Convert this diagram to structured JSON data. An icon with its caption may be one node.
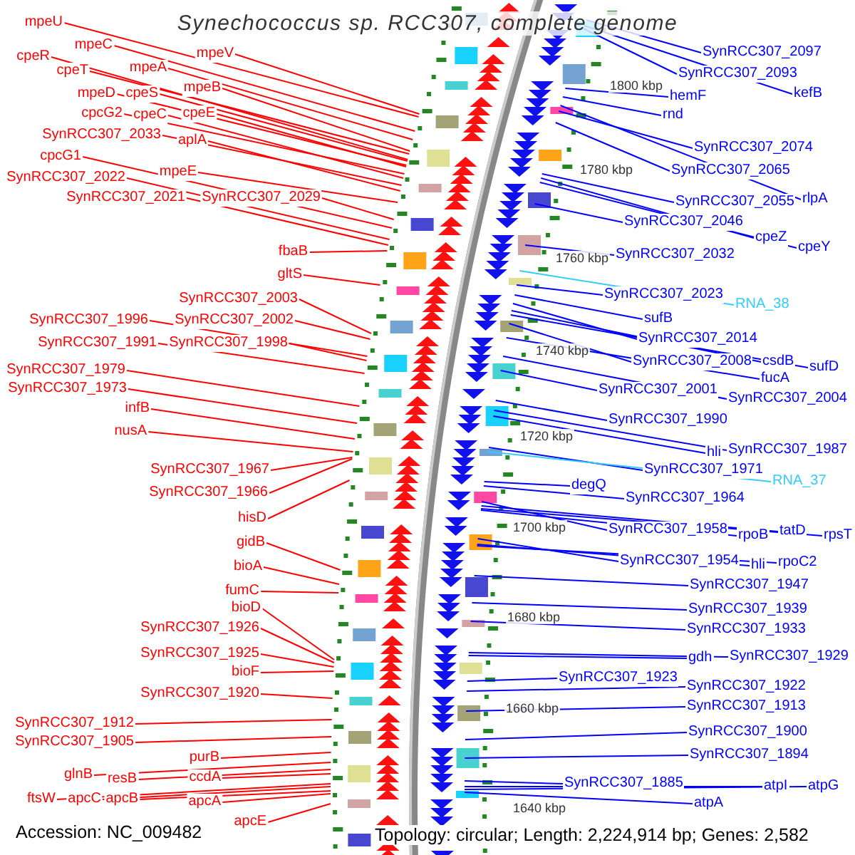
{
  "diagram": {
    "title": "Synechococcus sp. RCC307, complete genome",
    "nodes": [
      {
        "text": [
          "mpeU"
        ]
      },
      {
        "text": [
          "mpeC"
        ]
      },
      {
        "text": [
          "mpeV"
        ]
      },
      {
        "text": [
          "cpeR"
        ]
      },
      {
        "text": [
          "mpeA"
        ]
      },
      {
        "text": [
          "cpeT"
        ]
      },
      {
        "text": [
          "mpeB"
        ]
      },
      {
        "text": [
          "mpeD"
        ]
      },
      {
        "text": [
          "cpeS"
        ]
      },
      {
        "text": [
          "cpcG2"
        ]
      },
      {
        "text": [
          "cpeC"
        ]
      },
      {
        "text": [
          "cpeE"
        ]
      },
      {
        "text": [
          "SynRCC307_2033"
        ]
      },
      {
        "text": [
          "aplA"
        ]
      },
      {
        "text": [
          "cpcG1"
        ]
      },
      {
        "text": [
          "mpeE"
        ]
      },
      {
        "text": [
          "SynRCC307_2022"
        ]
      },
      {
        "text": [
          "SynRCC307_2021"
        ]
      },
      {
        "text": [
          "SynRCC307_2029"
        ]
      },
      {
        "text": [
          "fbaB"
        ]
      },
      {
        "text": [
          "gltS"
        ]
      },
      {
        "text": [
          "SynRCC307_2003"
        ]
      },
      {
        "text": [
          "SynRCC307_1996"
        ]
      },
      {
        "text": [
          "SynRCC307_2002"
        ]
      },
      {
        "text": [
          "SynRCC307_1991"
        ]
      },
      {
        "text": [
          "SynRCC307_1998"
        ]
      },
      {
        "text": [
          "SynRCC307_1979"
        ]
      },
      {
        "text": [
          "SynRCC307_1973"
        ]
      },
      {
        "text": [
          "infB"
        ]
      },
      {
        "text": [
          "nusA"
        ]
      },
      {
        "text": [
          "SynRCC307_1967"
        ]
      },
      {
        "text": [
          "SynRCC307_1966"
        ]
      },
      {
        "text": [
          "hisD"
        ]
      },
      {
        "text": [
          "gidB"
        ]
      },
      {
        "text": [
          "bioA"
        ]
      },
      {
        "text": [
          "fumC"
        ]
      },
      {
        "text": [
          "bioD"
        ]
      },
      {
        "text": [
          "SynRCC307_1926"
        ]
      },
      {
        "text": [
          "SynRCC307_1925"
        ]
      },
      {
        "text": [
          "bioF"
        ]
      },
      {
        "text": [
          "SynRCC307_1920"
        ]
      },
      {
        "text": [
          "SynRCC307_1912"
        ]
      },
      {
        "text": [
          "SynRCC307_1905"
        ]
      },
      {
        "text": [
          "purB"
        ]
      },
      {
        "text": [
          "glnB"
        ]
      },
      {
        "text": [
          "resB"
        ]
      },
      {
        "text": [
          "ccdA"
        ]
      },
      {
        "text": [
          "ftsW"
        ]
      },
      {
        "text": [
          "apcC"
        ]
      },
      {
        "text": [
          "apcB"
        ]
      },
      {
        "text": [
          "apcA"
        ]
      },
      {
        "text": [
          "apcE"
        ]
      },
      {
        "text": [
          "SynRCC307_2097"
        ]
      },
      {
        "text": [
          "SynRCC307_2093"
        ]
      },
      {
        "text": [
          "kefB"
        ]
      },
      {
        "text": [
          "hemF"
        ]
      },
      {
        "text": [
          "rnd"
        ]
      },
      {
        "text": [
          "SynRCC307_2074"
        ]
      },
      {
        "text": [
          "SynRCC307_2065"
        ]
      },
      {
        "text": [
          "rlpA"
        ]
      },
      {
        "text": [
          "SynRCC307_2055"
        ]
      },
      {
        "text": [
          "SynRCC307_2046"
        ]
      },
      {
        "text": [
          "cpeZ"
        ]
      },
      {
        "text": [
          "cpeY"
        ]
      },
      {
        "text": [
          "SynRCC307_2032"
        ]
      },
      {
        "text": [
          "SynRCC307_2023"
        ]
      },
      {
        "text": [
          "RNA_38"
        ]
      },
      {
        "text": [
          "sufB"
        ]
      },
      {
        "text": [
          "SynRCC307_2014"
        ]
      },
      {
        "text": [
          "SynRCC307_2008"
        ]
      },
      {
        "text": [
          "csdB"
        ]
      },
      {
        "text": [
          "sufD"
        ]
      },
      {
        "text": [
          "fucA"
        ]
      },
      {
        "text": [
          "SynRCC307_2001"
        ]
      },
      {
        "text": [
          "SynRCC307_2004"
        ]
      },
      {
        "text": [
          "SynRCC307_1990"
        ]
      },
      {
        "text": [
          "hli"
        ]
      },
      {
        "text": [
          "SynRCC307_1987"
        ]
      },
      {
        "text": [
          "SynRCC307_1971"
        ]
      },
      {
        "text": [
          "RNA_37"
        ]
      },
      {
        "text": [
          "degQ"
        ]
      },
      {
        "text": [
          "SynRCC307_1964"
        ]
      },
      {
        "text": [
          "SynRCC307_1958"
        ]
      },
      {
        "text": [
          "rpoB"
        ]
      },
      {
        "text": [
          "tatD"
        ]
      },
      {
        "text": [
          "rpsT"
        ]
      },
      {
        "text": [
          "SynRCC307_1954"
        ]
      },
      {
        "text": [
          "hli"
        ]
      },
      {
        "text": [
          "rpoC2"
        ]
      },
      {
        "text": [
          "SynRCC307_1947"
        ]
      },
      {
        "text": [
          "SynRCC307_1939"
        ]
      },
      {
        "text": [
          "SynRCC307_1933"
        ]
      },
      {
        "text": [
          "gdh"
        ]
      },
      {
        "text": [
          "SynRCC307_1929"
        ]
      },
      {
        "text": [
          "SynRCC307_1923"
        ]
      },
      {
        "text": [
          "SynRCC307_1922"
        ]
      },
      {
        "text": [
          "SynRCC307_1913"
        ]
      },
      {
        "text": [
          "SynRCC307_1900"
        ]
      },
      {
        "text": [
          "SynRCC307_1894"
        ]
      },
      {
        "text": [
          "SynRCC307_1885"
        ]
      },
      {
        "text": [
          "atpI"
        ]
      },
      {
        "text": [
          "atpG"
        ]
      },
      {
        "text": [
          "atpA"
        ]
      }
    ],
    "edges": [
      {
        "from": 0,
        "to": null,
        "arrow": "none"
      },
      {
        "from": 1,
        "to": null,
        "arrow": "none"
      },
      {
        "from": 2,
        "to": null,
        "arrow": "none"
      },
      {
        "from": 3,
        "to": null,
        "arrow": "none"
      },
      {
        "from": 4,
        "to": null,
        "arrow": "none"
      },
      {
        "from": 5,
        "to": null,
        "arrow": "none"
      },
      {
        "from": 6,
        "to": null,
        "arrow": "none"
      },
      {
        "from": 7,
        "to": null,
        "arrow": "none"
      },
      {
        "from": 8,
        "to": null,
        "arrow": "none"
      },
      {
        "from": 9,
        "to": null,
        "arrow": "none"
      },
      {
        "from": 10,
        "to": null,
        "arrow": "none"
      },
      {
        "from": 11,
        "to": null,
        "arrow": "none"
      },
      {
        "from": 12,
        "to": null,
        "arrow": "none"
      },
      {
        "from": 13,
        "to": null,
        "arrow": "none"
      },
      {
        "from": 14,
        "to": null,
        "arrow": "none"
      },
      {
        "from": 15,
        "to": null,
        "arrow": "none"
      },
      {
        "from": 16,
        "to": null,
        "arrow": "none"
      },
      {
        "from": 17,
        "to": null,
        "arrow": "none"
      },
      {
        "from": 18,
        "to": null,
        "arrow": "none"
      },
      {
        "from": 19,
        "to": null,
        "arrow": "none"
      },
      {
        "from": 20,
        "to": null,
        "arrow": "none"
      },
      {
        "from": 21,
        "to": null,
        "arrow": "none"
      },
      {
        "from": 22,
        "to": null,
        "arrow": "none"
      },
      {
        "from": 23,
        "to": null,
        "arrow": "none"
      },
      {
        "from": 24,
        "to": null,
        "arrow": "none"
      },
      {
        "from": 25,
        "to": null,
        "arrow": "none"
      },
      {
        "from": 26,
        "to": null,
        "arrow": "none"
      },
      {
        "from": 27,
        "to": null,
        "arrow": "none"
      },
      {
        "from": 28,
        "to": null,
        "arrow": "none"
      },
      {
        "from": 29,
        "to": null,
        "arrow": "none"
      },
      {
        "from": 30,
        "to": null,
        "arrow": "none"
      },
      {
        "from": 31,
        "to": null,
        "arrow": "none"
      },
      {
        "from": 32,
        "to": null,
        "arrow": "none"
      },
      {
        "from": 33,
        "to": null,
        "arrow": "none"
      },
      {
        "from": 34,
        "to": null,
        "arrow": "none"
      },
      {
        "from": 35,
        "to": null,
        "arrow": "none"
      },
      {
        "from": 36,
        "to": null,
        "arrow": "none"
      },
      {
        "from": 37,
        "to": null,
        "arrow": "none"
      },
      {
        "from": 38,
        "to": null,
        "arrow": "none"
      },
      {
        "from": 39,
        "to": null,
        "arrow": "none"
      },
      {
        "from": 40,
        "to": null,
        "arrow": "none"
      },
      {
        "from": 41,
        "to": null,
        "arrow": "none"
      },
      {
        "from": 42,
        "to": null,
        "arrow": "none"
      },
      {
        "from": 43,
        "to": null,
        "arrow": "none"
      },
      {
        "from": 44,
        "to": null,
        "arrow": "none"
      },
      {
        "from": 45,
        "to": null,
        "arrow": "none"
      },
      {
        "from": 46,
        "to": null,
        "arrow": "none"
      },
      {
        "from": 47,
        "to": null,
        "arrow": "none"
      },
      {
        "from": 48,
        "to": null,
        "arrow": "none"
      },
      {
        "from": 49,
        "to": null,
        "arrow": "none"
      },
      {
        "from": 50,
        "to": null,
        "arrow": "none"
      },
      {
        "from": 51,
        "to": null,
        "arrow": "none"
      },
      {
        "from": 52,
        "to": null,
        "arrow": "none",
        "color": "#0000ff"
      },
      {
        "from": 53,
        "to": null,
        "arrow": "none",
        "color": "#0000ff"
      },
      {
        "from": 54,
        "to": null,
        "arrow": "none",
        "color": "#0000ff"
      },
      {
        "from": 55,
        "to": null,
        "arrow": "none",
        "color": "#0000ff"
      },
      {
        "from": 56,
        "to": null,
        "arrow": "none",
        "color": "#0000ff"
      },
      {
        "from": 57,
        "to": null,
        "arrow": "none",
        "color": "#0000ff"
      },
      {
        "from": 58,
        "to": null,
        "arrow": "none",
        "color": "#0000ff"
      },
      {
        "from": 59,
        "to": null,
        "arrow": "none",
        "color": "#0000ff"
      },
      {
        "from": 60,
        "to": null,
        "arrow": "none",
        "color": "#0000ff"
      },
      {
        "from": 61,
        "to": null,
        "arrow": "none",
        "color": "#0000ff"
      },
      {
        "from": 62,
        "to": null,
        "arrow": "none",
        "color": "#0000ff"
      },
      {
        "from": 63,
        "to": null,
        "arrow": "none",
        "color": "#0000ff"
      },
      {
        "from": 64,
        "to": null,
        "arrow": "none",
        "color": "#0000ff"
      },
      {
        "from": 65,
        "to": null,
        "arrow": "none",
        "color": "#0000ff"
      },
      {
        "from": 66,
        "to": null,
        "arrow": "none",
        "color": "#33ccff"
      },
      {
        "from": 67,
        "to": null,
        "arrow": "none",
        "color": "#0000ff"
      },
      {
        "from": 68,
        "to": null,
        "arrow": "none",
        "color": "#0000ff"
      },
      {
        "from": 69,
        "to": null,
        "arrow": "none",
        "color": "#0000ff"
      },
      {
        "from": 70,
        "to": null,
        "arrow": "none",
        "color": "#0000ff"
      },
      {
        "from": 71,
        "to": null,
        "arrow": "none",
        "color": "#0000ff"
      },
      {
        "from": 72,
        "to": null,
        "arrow": "none",
        "color": "#0000ff"
      },
      {
        "from": 73,
        "to": null,
        "arrow": "none",
        "color": "#0000ff"
      },
      {
        "from": 74,
        "to": null,
        "arrow": "none",
        "color": "#0000ff"
      },
      {
        "from": 75,
        "to": null,
        "arrow": "none",
        "color": "#0000ff"
      },
      {
        "from": 76,
        "to": null,
        "arrow": "none",
        "color": "#0000ff"
      },
      {
        "from": 77,
        "to": null,
        "arrow": "none",
        "color": "#0000ff"
      },
      {
        "from": 78,
        "to": null,
        "arrow": "none",
        "color": "#0000ff"
      },
      {
        "from": 79,
        "to": null,
        "arrow": "none",
        "color": "#33ccff"
      },
      {
        "from": 80,
        "to": null,
        "arrow": "none",
        "color": "#0000ff"
      },
      {
        "from": 81,
        "to": null,
        "arrow": "none",
        "color": "#0000ff"
      },
      {
        "from": 82,
        "to": null,
        "arrow": "none",
        "color": "#0000ff"
      },
      {
        "from": 83,
        "to": null,
        "arrow": "none",
        "color": "#0000ff"
      },
      {
        "from": 84,
        "to": null,
        "arrow": "none",
        "color": "#0000ff"
      },
      {
        "from": 85,
        "to": null,
        "arrow": "none",
        "color": "#0000ff"
      },
      {
        "from": 86,
        "to": null,
        "arrow": "none",
        "color": "#0000ff"
      },
      {
        "from": 87,
        "to": null,
        "arrow": "none",
        "color": "#0000ff"
      },
      {
        "from": 88,
        "to": null,
        "arrow": "none",
        "color": "#0000ff"
      },
      {
        "from": 89,
        "to": null,
        "arrow": "none",
        "color": "#0000ff"
      },
      {
        "from": 90,
        "to": null,
        "arrow": "none",
        "color": "#0000ff"
      },
      {
        "from": 91,
        "to": null,
        "arrow": "none",
        "color": "#0000ff"
      },
      {
        "from": 92,
        "to": null,
        "arrow": "none",
        "color": "#0000ff"
      },
      {
        "from": 93,
        "to": null,
        "arrow": "none",
        "color": "#0000ff"
      },
      {
        "from": 94,
        "to": null,
        "arrow": "none",
        "color": "#0000ff"
      },
      {
        "from": 95,
        "to": null,
        "arrow": "none",
        "color": "#0000ff"
      },
      {
        "from": 96,
        "to": null,
        "arrow": "none",
        "color": "#0000ff"
      },
      {
        "from": 97,
        "to": null,
        "arrow": "none",
        "color": "#0000ff"
      },
      {
        "from": 98,
        "to": null,
        "arrow": "none",
        "color": "#0000ff"
      },
      {
        "from": 99,
        "to": null,
        "arrow": "none",
        "color": "#0000ff"
      },
      {
        "from": 100,
        "to": null,
        "arrow": "none",
        "color": "#0000ff"
      },
      {
        "from": 101,
        "to": null,
        "arrow": "none",
        "color": "#0000ff"
      },
      {
        "from": 102,
        "to": null,
        "arrow": "none",
        "color": "#0000ff"
      }
    ],
    "labels": [
      "1800 kbp",
      "1780 kbp",
      "1760 kbp",
      "1740 kbp",
      "1720 kbp",
      "1700 kbp",
      "1680 kbp",
      "1660 kbp",
      "1640 kbp",
      "Accession: NC_009482",
      "Topology: circular; Length: 2,224,914 bp; Genes: 2,582"
    ]
  }
}
